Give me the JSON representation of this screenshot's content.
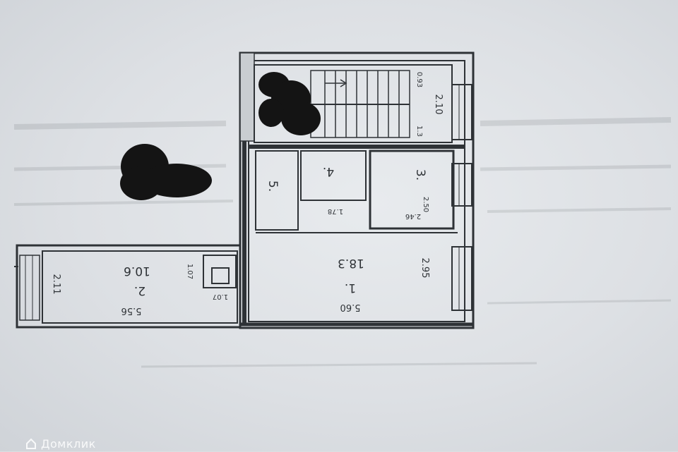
{
  "rooms": [
    {
      "id": "1",
      "number": "1.",
      "area": "18.3",
      "dims": [
        "5.60",
        "2.95"
      ]
    },
    {
      "id": "2",
      "number": "2.",
      "area": "10.6",
      "dims": [
        "5.56",
        "2.11",
        "1.07",
        "1.07"
      ]
    },
    {
      "id": "3",
      "number": "3.",
      "dims": [
        "2.50",
        "2.46"
      ]
    },
    {
      "id": "4",
      "number": "4."
    },
    {
      "id": "5",
      "number": "5."
    },
    {
      "id": "stair",
      "dims": [
        "2.10",
        "0.93",
        "1.3"
      ]
    },
    {
      "id": "hall",
      "dims": [
        "1.78"
      ]
    }
  ],
  "watermark": {
    "text": "Домклик"
  },
  "colors": {
    "ink": "#2e3236",
    "paper": "#dde0e4",
    "redaction": "#141414"
  }
}
